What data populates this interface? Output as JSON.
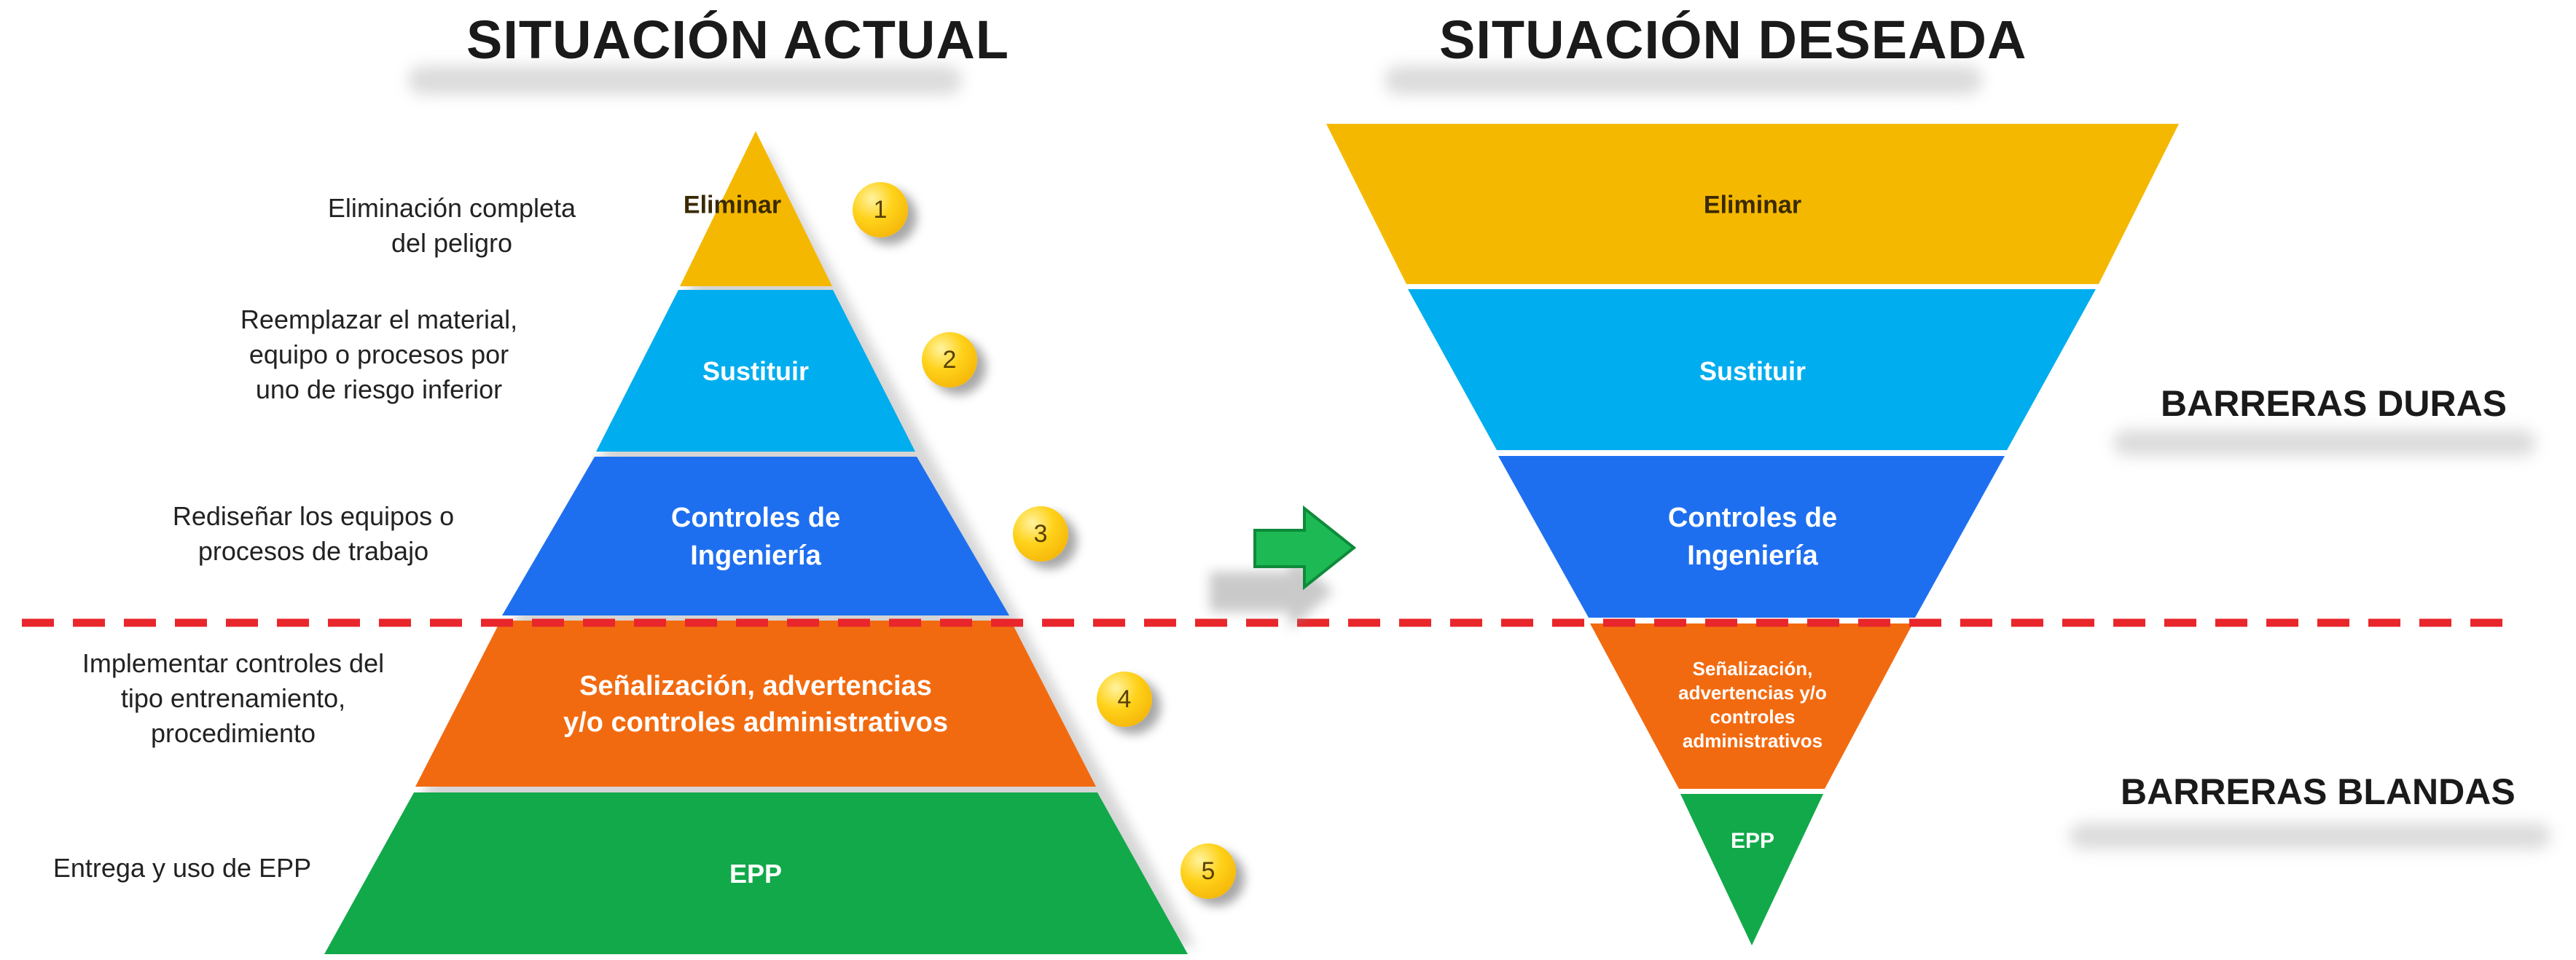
{
  "titles": {
    "current": "SITUACIÓN ACTUAL",
    "desired": "SITUACIÓN DESEADA"
  },
  "barriers": {
    "hard": "BARRERAS DURAS",
    "soft": "BARRERAS BLANDAS"
  },
  "colors": {
    "eliminar": "#F5B800",
    "sustituir": "#00ADEE",
    "ingenieria": "#1E6FF0",
    "senalizacion": "#F26A10",
    "epp": "#12A94A",
    "divider": "#E8262B",
    "arrow": "#1DB954"
  },
  "pyramid": {
    "tiers": [
      {
        "label": "Eliminar",
        "number": "1",
        "description": "Eliminación completa\ndel peligro"
      },
      {
        "label": "Sustituir",
        "number": "2",
        "description": "Reemplazar el material,\nequipo o procesos por\nuno de riesgo inferior"
      },
      {
        "label": "Controles de\nIngeniería",
        "number": "3",
        "description": "Rediseñar los equipos o\nprocesos de trabajo"
      },
      {
        "label": "Señalización, advertencias\ny/o controles administrativos",
        "number": "4",
        "description": "Implementar controles del\ntipo entrenamiento,\nprocedimiento"
      },
      {
        "label": "EPP",
        "number": "5",
        "description": "Entrega y uso de EPP"
      }
    ]
  },
  "inverted": {
    "tiers": [
      {
        "label": "Eliminar"
      },
      {
        "label": "Sustituir"
      },
      {
        "label": "Controles de\nIngeniería"
      },
      {
        "label": "Señalización,\nadvertencias y/o\ncontroles\nadministrativos"
      },
      {
        "label": "EPP"
      }
    ]
  }
}
